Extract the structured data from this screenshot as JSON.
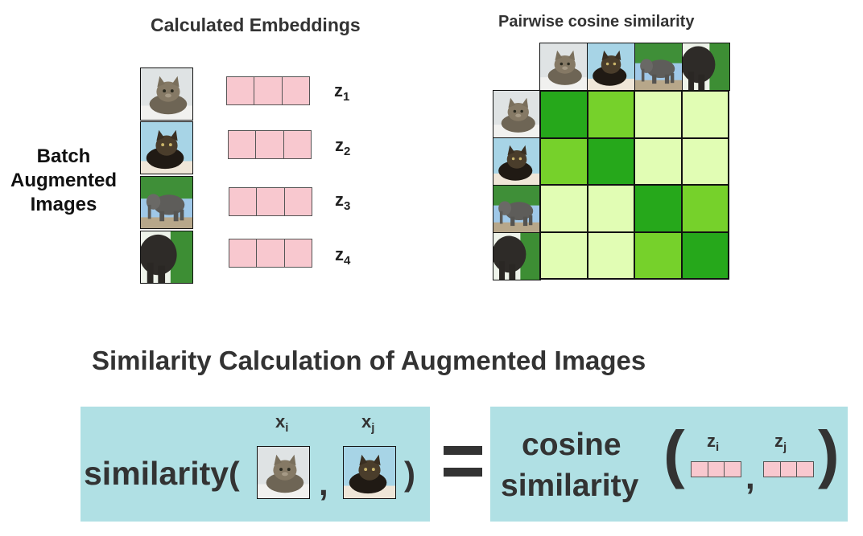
{
  "headers": {
    "embeddings": "Calculated Embeddings",
    "similarity": "Pairwise cosine similarity"
  },
  "batch_label": "Batch Augmented Images",
  "images": [
    {
      "subject": "cat",
      "icon": "cat-thumbnail-icon"
    },
    {
      "subject": "cat",
      "icon": "cat-thumbnail-icon"
    },
    {
      "subject": "elephant",
      "icon": "elephant-thumbnail-icon"
    },
    {
      "subject": "elephant",
      "icon": "elephant-thumbnail-icon"
    }
  ],
  "embeddings": [
    {
      "symbol": "z",
      "sub": "1"
    },
    {
      "symbol": "z",
      "sub": "2"
    },
    {
      "symbol": "z",
      "sub": "3"
    },
    {
      "symbol": "z",
      "sub": "4"
    }
  ],
  "similarity_matrix": {
    "levels": [
      [
        3,
        2,
        1,
        1
      ],
      [
        2,
        3,
        1,
        1
      ],
      [
        1,
        1,
        3,
        2
      ],
      [
        1,
        1,
        2,
        3
      ]
    ],
    "colors": {
      "1": "#e1fdb4",
      "2": "#76d12b",
      "3": "#26a81b"
    }
  },
  "section_title": "Similarity Calculation of Augmented Images",
  "formula": {
    "lhs_word": "similarity(",
    "comma": ",",
    "rhs_close": ")",
    "x_i": {
      "symbol": "x",
      "sub": "i"
    },
    "x_j": {
      "symbol": "x",
      "sub": "j"
    },
    "cosine_line1": "cosine",
    "cosine_line2": "similarity",
    "open_paren": "(",
    "close_paren": ")",
    "z_i": {
      "symbol": "z",
      "sub": "i"
    },
    "z_j": {
      "symbol": "z",
      "sub": "j"
    },
    "box_color": "#b0e0e4",
    "embedding_color": "#f8c8cf"
  }
}
